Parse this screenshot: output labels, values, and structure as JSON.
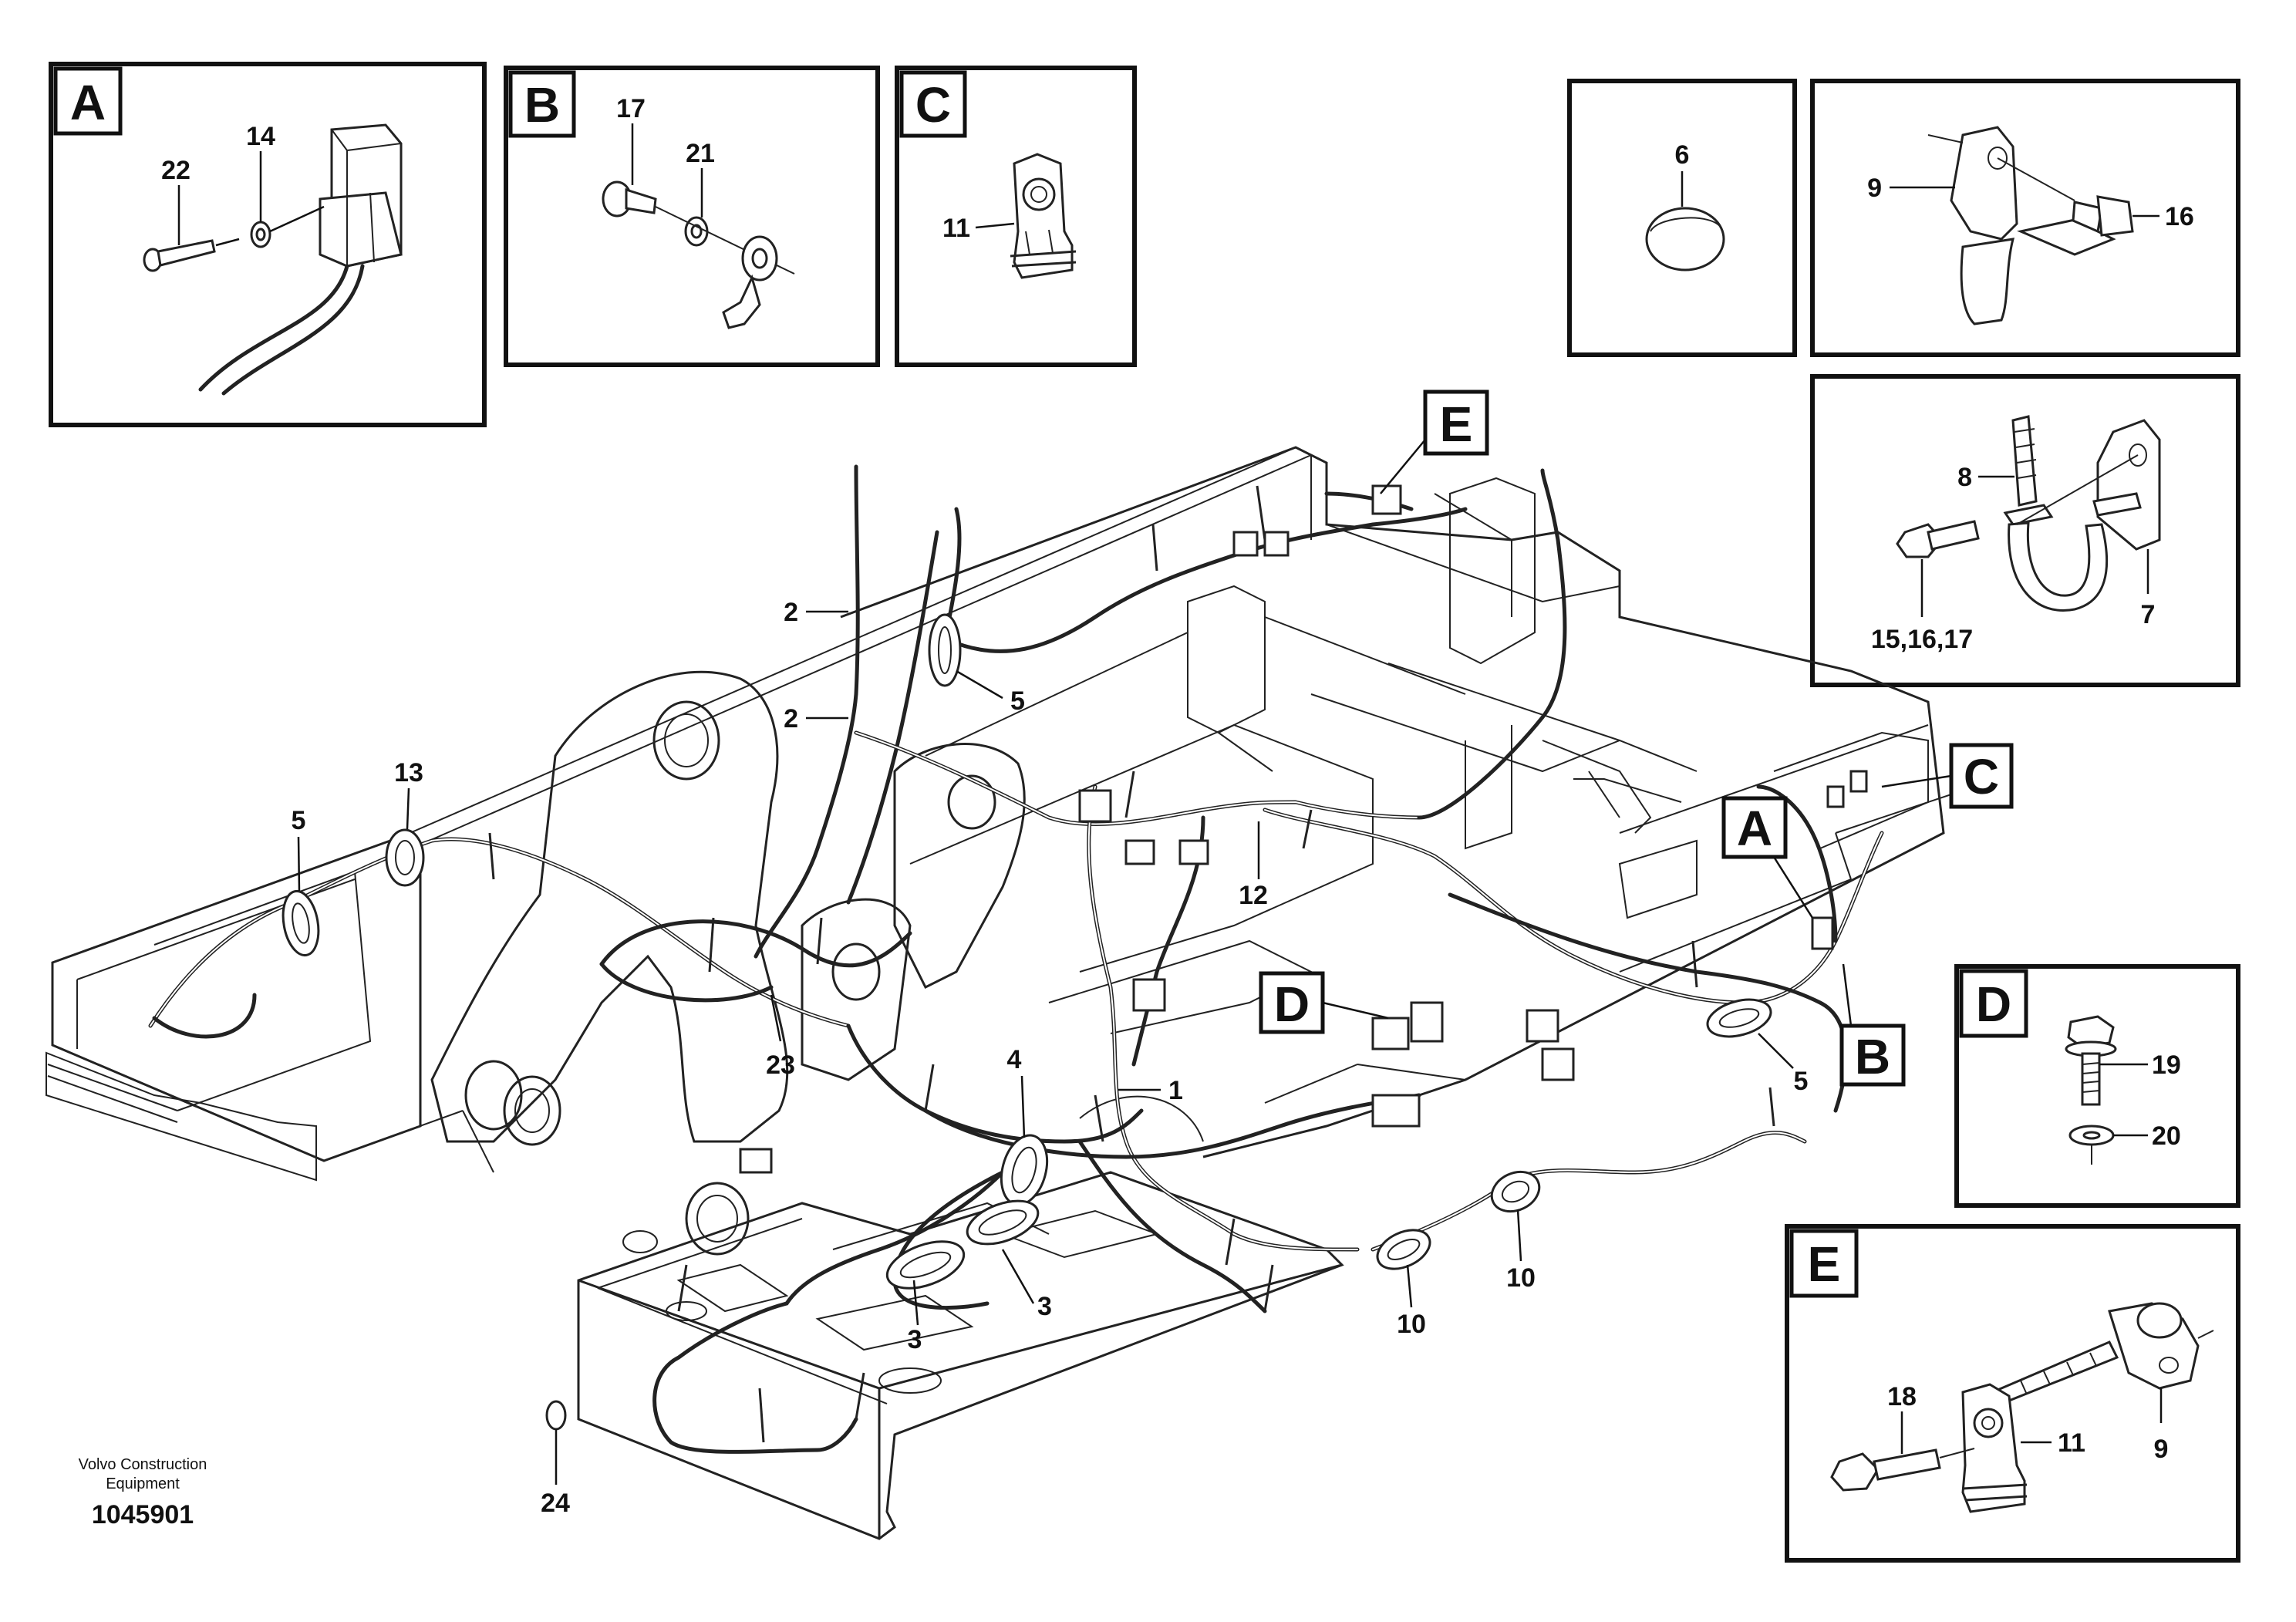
{
  "detail_tags": {
    "A": "A",
    "B": "B",
    "C": "C",
    "D": "D",
    "E": "E"
  },
  "callouts": {
    "n1": "1",
    "n2": "2",
    "n3": "3",
    "n4": "4",
    "n5": "5",
    "n6": "6",
    "n7": "7",
    "n8": "8",
    "n9": "9",
    "n10": "10",
    "n11": "11",
    "n12": "12",
    "n13": "13",
    "n14": "14",
    "n15_16_17": "15,16,17",
    "n16": "16",
    "n17": "17",
    "n18": "18",
    "n19": "19",
    "n20": "20",
    "n21": "21",
    "n22": "22",
    "n23": "23",
    "n24": "24"
  },
  "footer": {
    "brand_line1": "Volvo Construction",
    "brand_line2": "Equipment",
    "drawing_number": "1045901"
  }
}
